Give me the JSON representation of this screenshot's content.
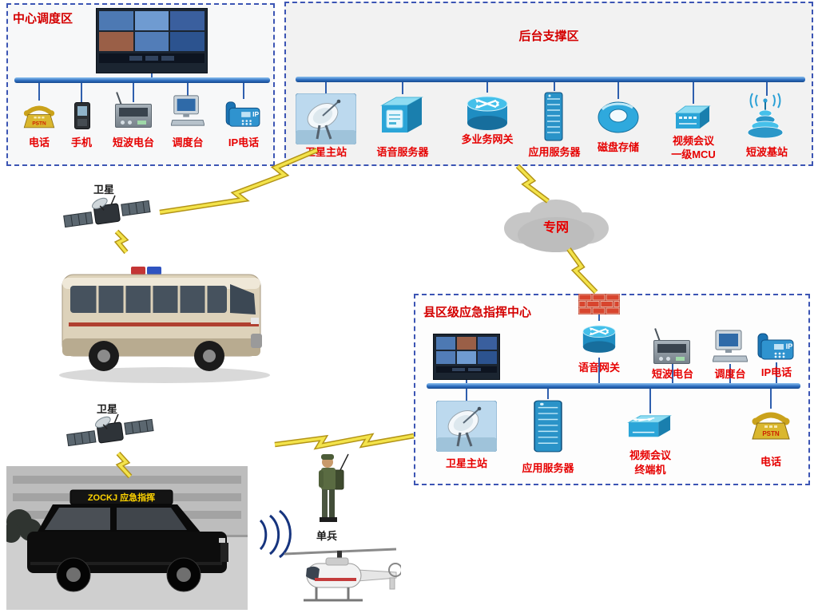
{
  "zones": {
    "center": {
      "title": "中心调度区",
      "devices": [
        {
          "label": "电话"
        },
        {
          "label": "手机"
        },
        {
          "label": "短波电台"
        },
        {
          "label": "调度台"
        },
        {
          "label": "IP电话"
        }
      ]
    },
    "backend": {
      "title": "后台支撑区",
      "devices": [
        {
          "label": "卫星主站"
        },
        {
          "label": "语音服务器"
        },
        {
          "label": "多业务网关"
        },
        {
          "label": "应用服务器"
        },
        {
          "label": "磁盘存储"
        },
        {
          "label": "视频会议",
          "label2": "一级MCU"
        },
        {
          "label": "短波基站"
        }
      ]
    },
    "county": {
      "title": "县区级应急指挥中心",
      "top_devices": [
        {
          "label": "语音网关"
        },
        {
          "label": "短波电台"
        },
        {
          "label": "调度台"
        },
        {
          "label": "IP电话"
        }
      ],
      "bottom_devices": [
        {
          "label": "卫星主站"
        },
        {
          "label": "应用服务器"
        },
        {
          "label": "视频会议",
          "label2": "终端机"
        },
        {
          "label": "电话"
        }
      ]
    }
  },
  "nodes": {
    "satellite_upper": {
      "label": "卫星"
    },
    "satellite_lower": {
      "label": "卫星"
    },
    "private_network": {
      "label": "专网"
    },
    "soldier": {
      "label": "单兵"
    },
    "suv_banner": "ZOCKJ 应急指挥"
  },
  "badges": {
    "pstn": "PSTN",
    "ip": "IP"
  },
  "colors": {
    "bus_line": "#2e6fc0",
    "label_red": "#e60000",
    "zone_border": "#3c55b4",
    "lightning": "#f3e34b",
    "cloud_gray": "#c6c6c6"
  }
}
